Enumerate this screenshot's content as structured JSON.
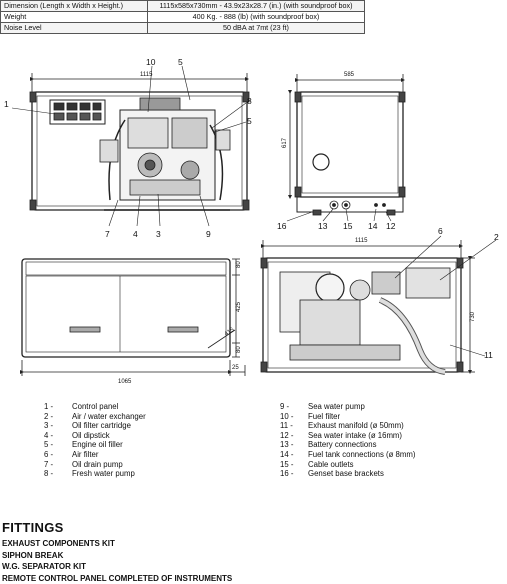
{
  "specs": [
    {
      "label": "Dimension (Length x Width x Height.)",
      "value": "1115x585x730mm - 43.9x23x28.7 (in.) (with soundproof box)"
    },
    {
      "label": "Weight",
      "value": "400 Kg. - 888 (lb) (with soundproof box)"
    },
    {
      "label": "Noise Level",
      "value": "50 dBA  at 7mt  (23 ft)"
    }
  ],
  "dimensions": {
    "front_width": "1115",
    "side_width": "585",
    "side_height": "617",
    "top_width": "1115",
    "top_height": "730",
    "base_width": "1065",
    "base_offset": "25",
    "base_h1": "80",
    "base_h2": "425",
    "base_h3": "80",
    "base_diag": "415"
  },
  "callouts": {
    "front_top": [
      "10",
      "5"
    ],
    "front_left": "1",
    "front_right": [
      "8",
      "5"
    ],
    "front_bottom": [
      "7",
      "4",
      "3",
      "9"
    ],
    "side_bottom": [
      "16",
      "13",
      "15",
      "14",
      "12"
    ],
    "top_view": [
      "6",
      "2",
      "11"
    ]
  },
  "legend_left": [
    {
      "num": "1 -",
      "text": "Control panel"
    },
    {
      "num": "2 -",
      "text": "Air / water exchanger"
    },
    {
      "num": "3 -",
      "text": "Oil filter cartridge"
    },
    {
      "num": "4 -",
      "text": "Oil dipstick"
    },
    {
      "num": "5 -",
      "text": "Engine oil filler"
    },
    {
      "num": "6 -",
      "text": "Air filter"
    },
    {
      "num": "7 -",
      "text": "Oil drain pump"
    },
    {
      "num": "8 -",
      "text": "Fresh water pump"
    }
  ],
  "legend_right": [
    {
      "num": "9 -",
      "text": "Sea water pump"
    },
    {
      "num": "10 -",
      "text": "Fuel filter"
    },
    {
      "num": "11 -",
      "text": "Exhaust manifold (ø 50mm)"
    },
    {
      "num": "12 -",
      "text": "Sea water intake (ø 16mm)"
    },
    {
      "num": "13 -",
      "text": "Battery connections"
    },
    {
      "num": "14 -",
      "text": "Fuel tank connections (ø 8mm)"
    },
    {
      "num": "15 -",
      "text": "Cable outlets"
    },
    {
      "num": "16 -",
      "text": "Genset base brackets"
    }
  ],
  "fittings": {
    "title": "FITTINGS",
    "items": [
      "EXHAUST COMPONENTS KIT",
      "SIPHON BREAK",
      "W.G. SEPARATOR KIT",
      "REMOTE CONTROL PANEL COMPLETED OF INSTRUMENTS"
    ]
  }
}
